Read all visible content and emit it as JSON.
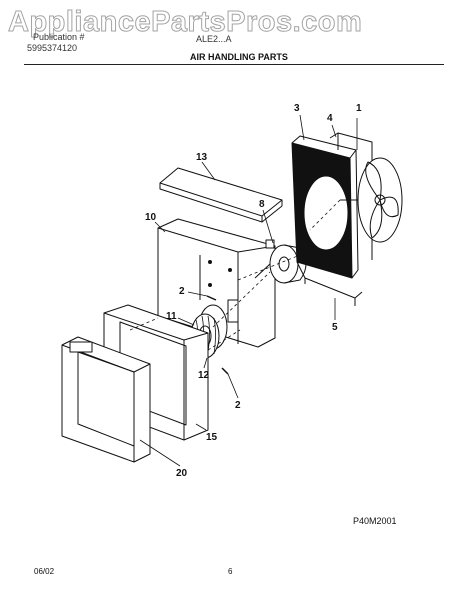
{
  "header": {
    "watermark": "AppliancePartsPros.com",
    "publication_label": "Publication #",
    "publication_number": "5995374120",
    "model_label": "ALE2...A",
    "section_title": "AIR HANDLING PARTS"
  },
  "callouts": {
    "c1": "1",
    "c2a": "2",
    "c2b": "2",
    "c3": "3",
    "c4": "4",
    "c5": "5",
    "c8": "8",
    "c10": "10",
    "c11": "11",
    "c12": "12",
    "c13": "13",
    "c15": "15",
    "c20": "20"
  },
  "figure_code": "P40M2001",
  "footer": {
    "date": "06/02",
    "page": "6"
  }
}
